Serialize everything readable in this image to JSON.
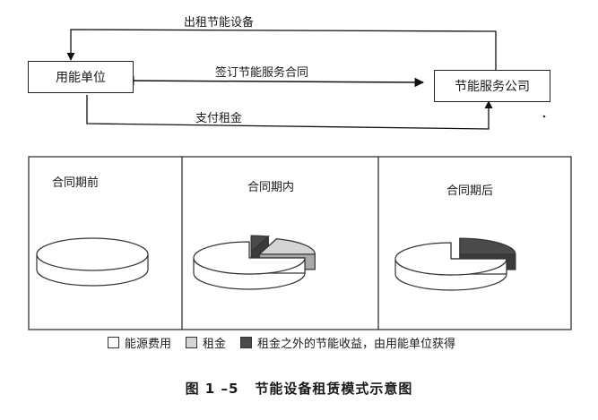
{
  "flow": {
    "left_box": "用能单位",
    "right_box": "节能服务公司",
    "top_label": "出租节能设备",
    "middle_label": "签订节能服务合同",
    "bottom_label": "支付租金"
  },
  "chart_data": {
    "type": "pie",
    "title": "节能设备租赁模式示意图",
    "legend": [
      "能源费用",
      "租金",
      "租金之外的节能收益，由用能单位获得"
    ],
    "colors": {
      "energy": "#ffffff",
      "rent": "#d4d4d4",
      "savings": "#4a4a4a"
    },
    "panels": [
      {
        "label": "合同期前",
        "slices": [
          {
            "name": "能源费用",
            "value": 100
          }
        ]
      },
      {
        "label": "合同期内",
        "slices": [
          {
            "name": "能源费用",
            "value": 75
          },
          {
            "name": "租金",
            "value": 20
          },
          {
            "name": "租金之外的节能收益，由用能单位获得",
            "value": 5
          }
        ]
      },
      {
        "label": "合同期后",
        "slices": [
          {
            "name": "能源费用",
            "value": 75
          },
          {
            "name": "租金之外的节能收益，由用能单位获得",
            "value": 25
          }
        ]
      }
    ]
  },
  "caption": {
    "number": "图 1 –5",
    "text": "节能设备租赁模式示意图"
  }
}
